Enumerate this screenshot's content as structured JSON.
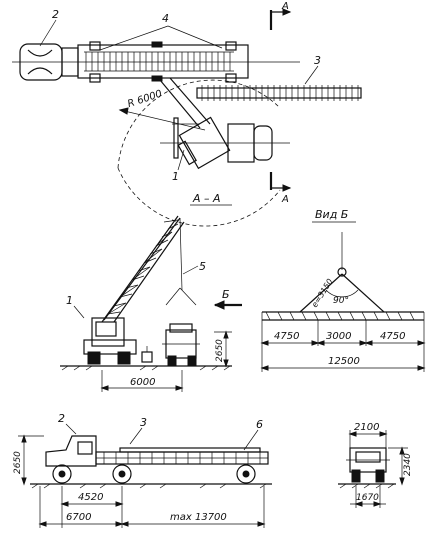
{
  "labels": {
    "section_a_top": "А",
    "section_a_bottom": "А",
    "section_title": "А – А",
    "view_b_title": "Вид Б",
    "view_b_arrow": "Б",
    "radius": "R 6000"
  },
  "callouts": [
    "1",
    "2",
    "3",
    "4",
    "5",
    "6"
  ],
  "dimensions": {
    "crane_height": "2650",
    "crane_base": "6000",
    "beam_left": "4750",
    "beam_mid": "3000",
    "beam_right": "4750",
    "beam_total": "12500",
    "sling_length": "e=3150",
    "sling_angle": "90°",
    "truck_height": "2650",
    "truck_wheelbase": "4520",
    "truck_front": "6700",
    "trailer_max": "max 13700",
    "rear_width": "2100",
    "rear_height": "2340",
    "rear_track": "1670"
  }
}
